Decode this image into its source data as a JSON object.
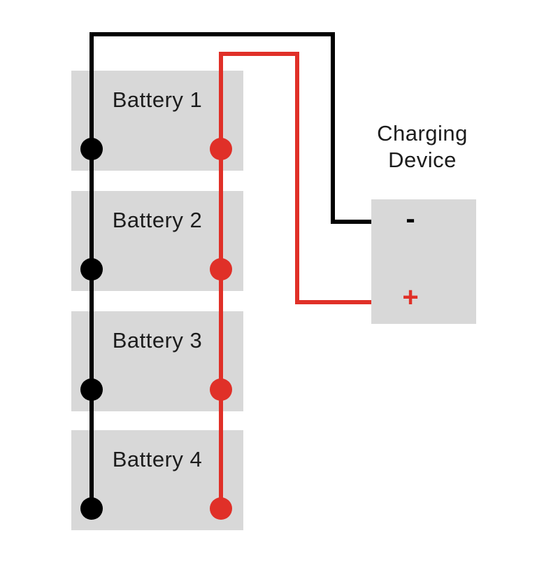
{
  "diagram": {
    "batteries": [
      {
        "label": "Battery 1"
      },
      {
        "label": "Battery 2"
      },
      {
        "label": "Battery 3"
      },
      {
        "label": "Battery 4"
      }
    ],
    "charger": {
      "title_line1": "Charging",
      "title_line2": "Device",
      "negative_label": "-",
      "positive_label": "+"
    },
    "colors": {
      "negative_wire": "#000000",
      "positive_wire": "#e03028",
      "box_fill": "#d8d8d8",
      "label_text": "#1c1c1c"
    }
  }
}
